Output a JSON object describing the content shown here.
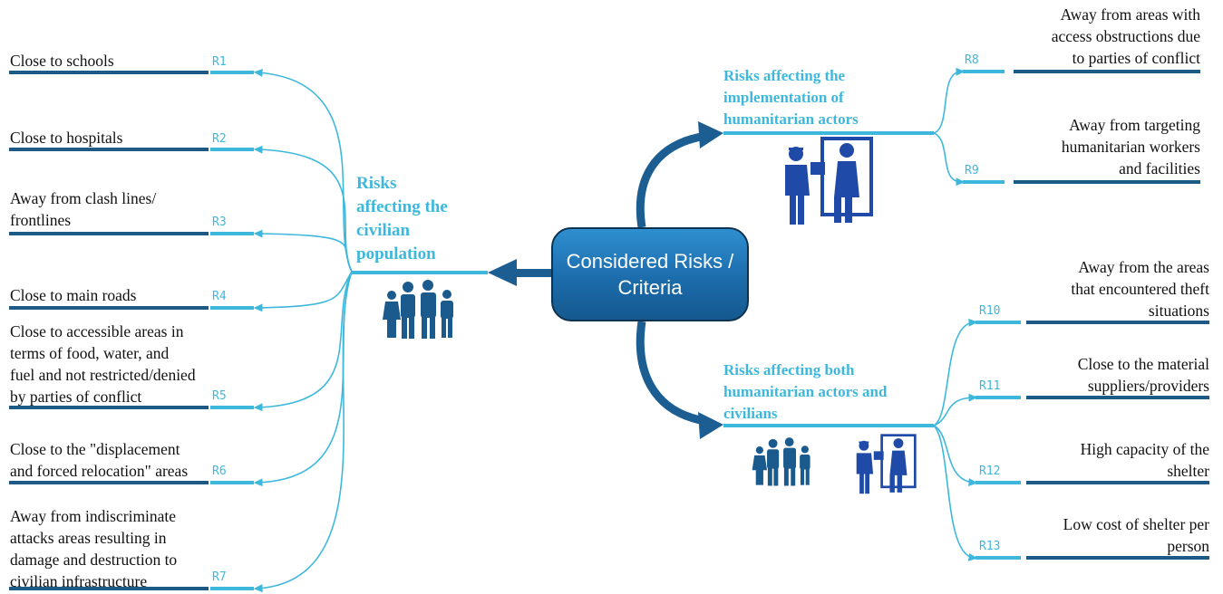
{
  "center": {
    "line1": "Considered Risks /",
    "line2": "Criteria"
  },
  "branches": {
    "civilian": {
      "lines": [
        "Risks",
        "affecting the",
        "civilian",
        "population"
      ]
    },
    "implementation": {
      "lines": [
        "Risks affecting the",
        "implementation of",
        "humanitarian actors"
      ]
    },
    "both": {
      "lines": [
        "Risks affecting both",
        "humanitarian actors and",
        "civilians"
      ]
    }
  },
  "left_items": [
    {
      "code": "R1",
      "lines": [
        "Close to schools"
      ]
    },
    {
      "code": "R2",
      "lines": [
        "Close to hospitals"
      ]
    },
    {
      "code": "R3",
      "lines": [
        "Away from clash lines/",
        "frontlines"
      ]
    },
    {
      "code": "R4",
      "lines": [
        "Close to main roads"
      ]
    },
    {
      "code": "R5",
      "lines": [
        "Close to accessible areas in",
        "terms of food, water, and",
        "fuel and not restricted/denied",
        "by parties of conflict"
      ]
    },
    {
      "code": "R6",
      "lines": [
        "Close to the \"displacement",
        "and forced relocation\" areas"
      ]
    },
    {
      "code": "R7",
      "lines": [
        "Away from indiscriminate",
        "attacks areas resulting in",
        "damage and destruction to",
        "civilian infrastructure"
      ]
    }
  ],
  "right_items": [
    {
      "code": "R8",
      "lines": [
        "Away from areas with",
        "access obstructions due",
        "to parties of conflict"
      ]
    },
    {
      "code": "R9",
      "lines": [
        "Away from targeting",
        "humanitarian workers",
        "and facilities"
      ]
    },
    {
      "code": "R10",
      "lines": [
        "Away from the areas",
        "that encountered theft",
        "situations"
      ]
    },
    {
      "code": "R11",
      "lines": [
        "Close to the material",
        "suppliers/providers"
      ]
    },
    {
      "code": "R12",
      "lines": [
        "High capacity of the",
        "shelter"
      ]
    },
    {
      "code": "R13",
      "lines": [
        "Low cost of shelter per",
        "person"
      ]
    }
  ],
  "colors": {
    "accent": "#3db8dc",
    "dark": "#1d5a85",
    "arrow": "#1c5e92",
    "icon": "#1a5a8c",
    "icon_blue": "#1f4aa8"
  },
  "icons": [
    "family-icon",
    "humanitarian-worker-icon"
  ]
}
